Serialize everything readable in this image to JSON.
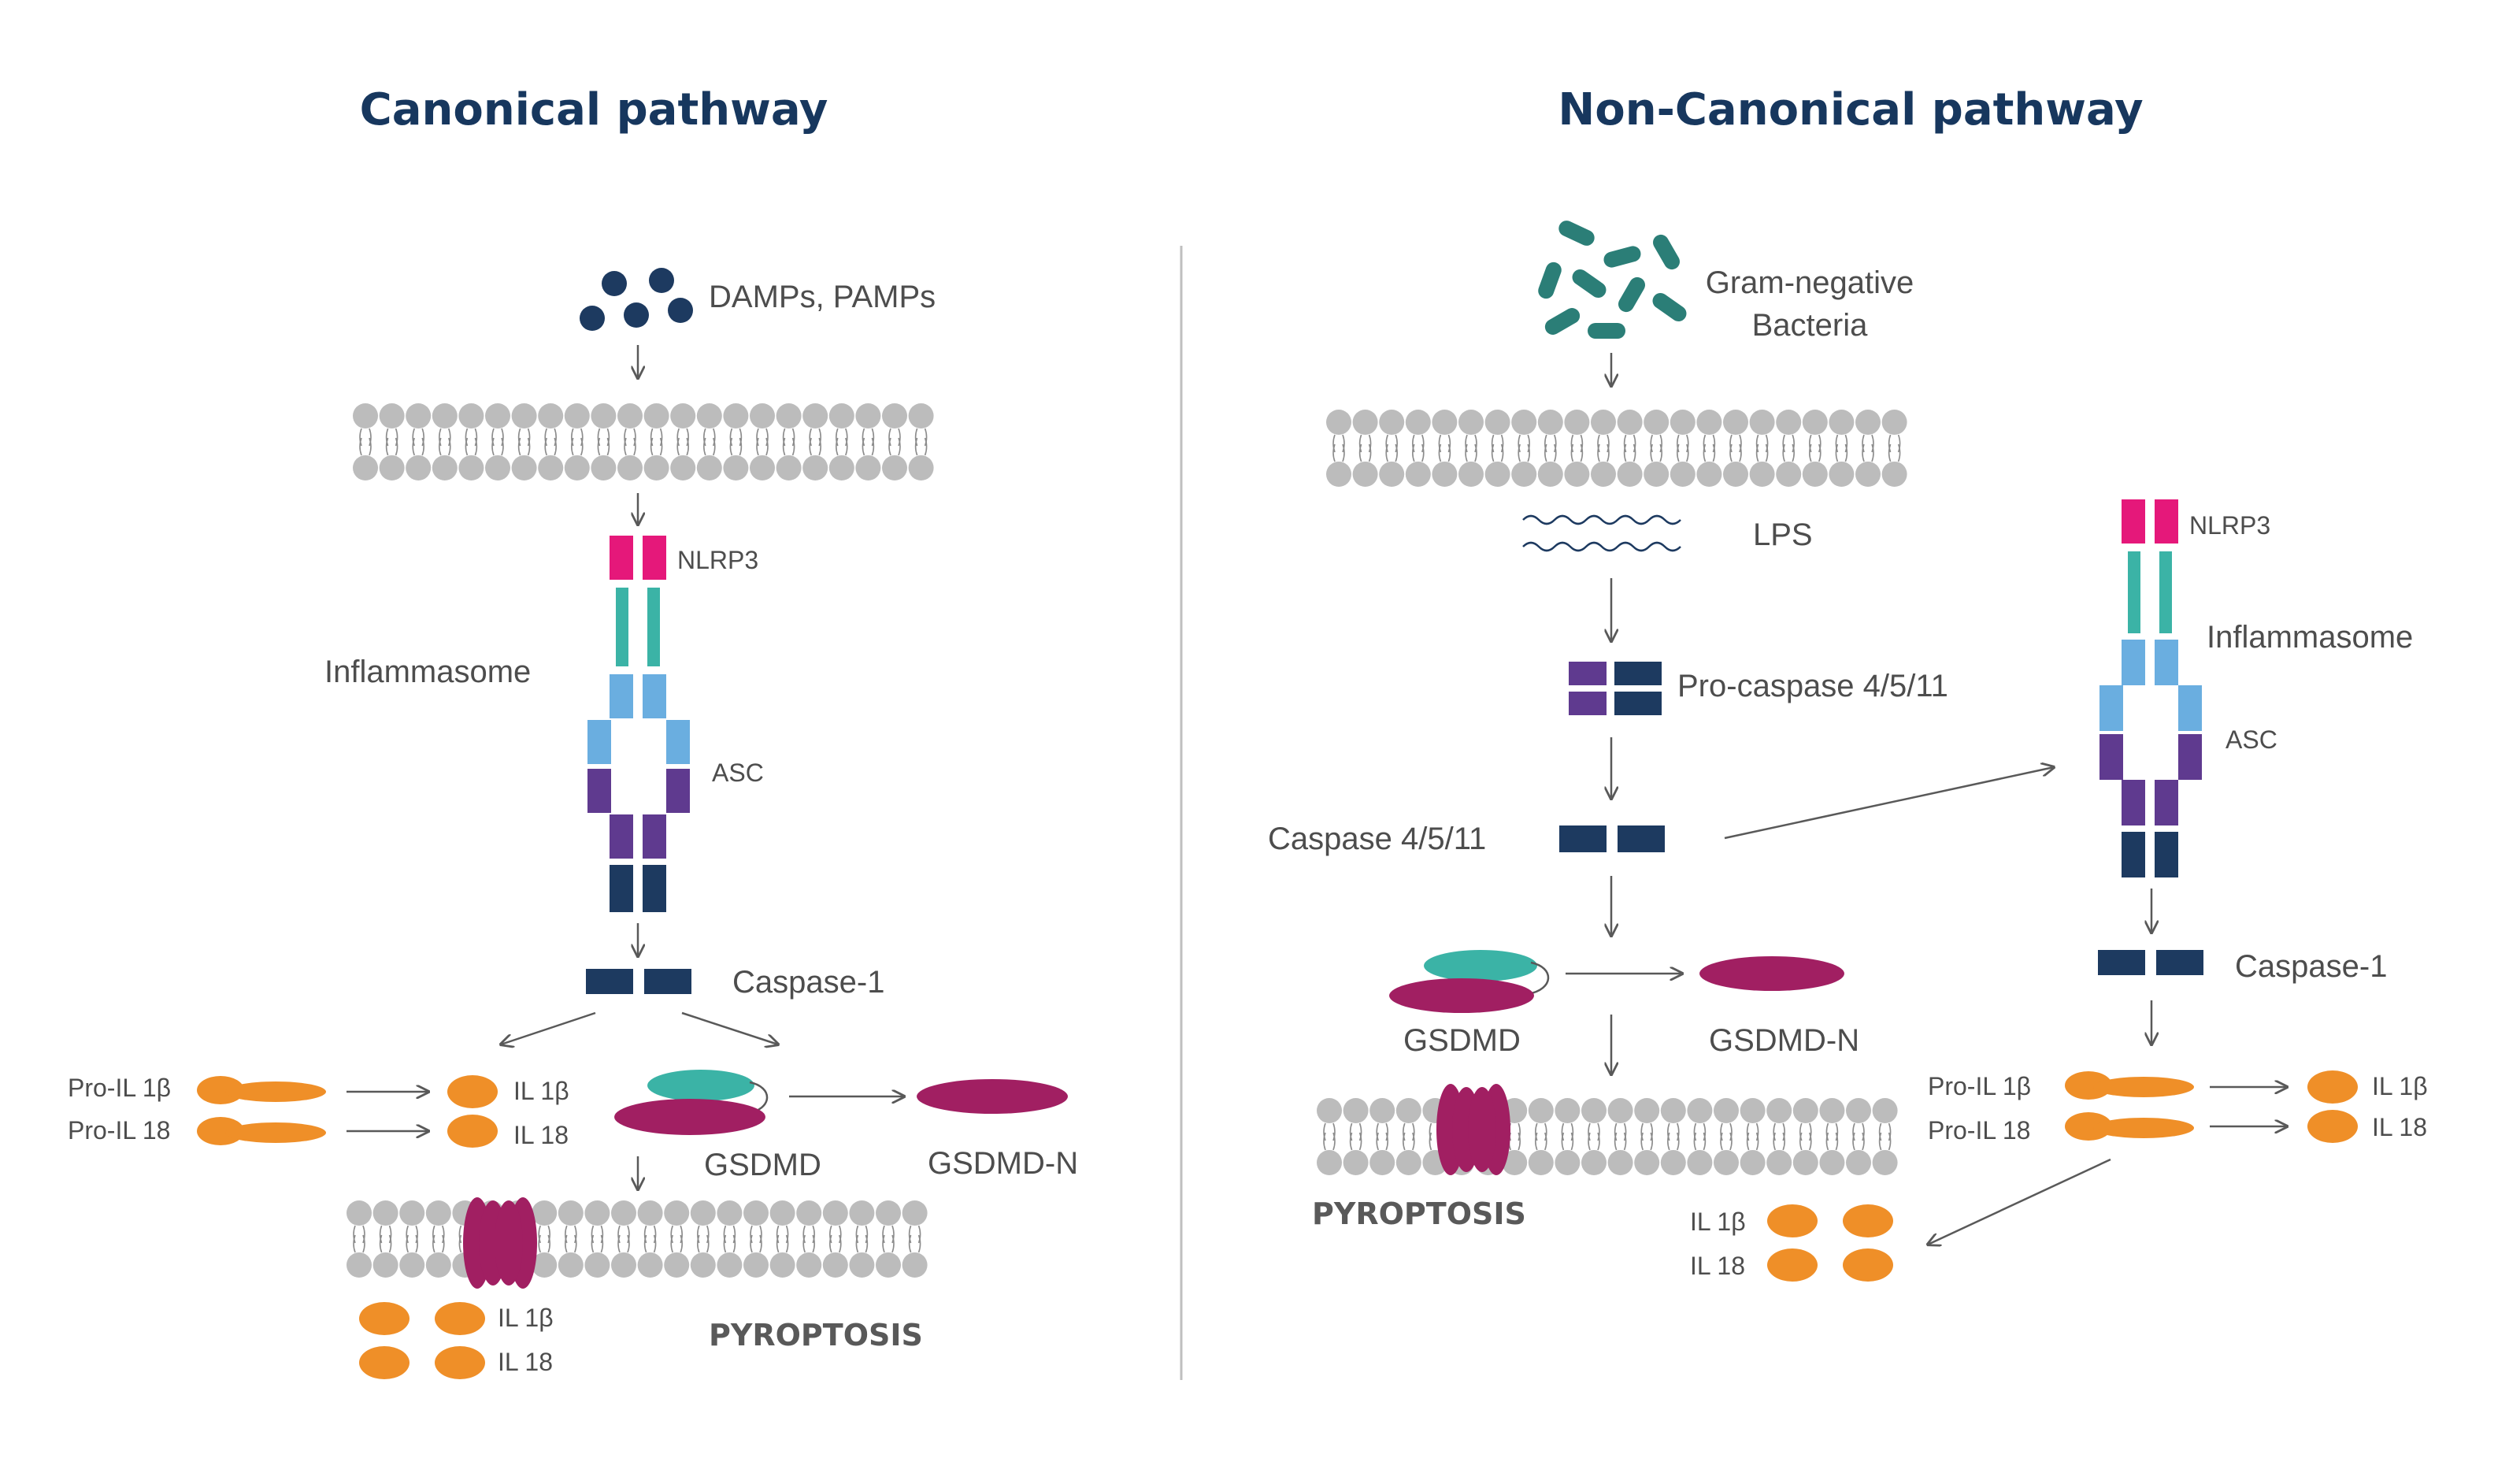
{
  "colors": {
    "title": "#17375e",
    "text": "#4d4d4d",
    "arrow": "#595959",
    "divider": "#bfbfbf",
    "lipid_head": "#bcbcbc",
    "lipid_tail": "#8c8c8c",
    "nlrp3": "#e5187a",
    "nacht": "#3bb3a6",
    "asc": "#6aaee0",
    "purple": "#5f3a8f",
    "navy": "#1d3a60",
    "gsdmd_c": "#3bb3a6",
    "gsdmd_n": "#a11f62",
    "cytokine": "#ef8f28",
    "bacteria": "#2b7e77",
    "damp": "#1d3a60"
  },
  "canonical": {
    "title": "Canonical pathway",
    "stimulus": "DAMPs, PAMPs",
    "nlrp3": "NLRP3",
    "inflammasome": "Inflammasome",
    "asc": "ASC",
    "caspase": "Caspase-1",
    "pro_il1b": "Pro-IL 1β",
    "pro_il18": "Pro-IL 18",
    "il1b": "IL 1β",
    "il18": "IL 18",
    "gsdmd": "GSDMD",
    "gsdmd_n": "GSDMD-N",
    "pyroptosis": "PYROPTOSIS",
    "out_il1b": "IL 1β",
    "out_il18": "IL 18"
  },
  "noncanonical": {
    "title": "Non-Canonical pathway",
    "stimulus_line1": "Gram-negative",
    "stimulus_line2": "Bacteria",
    "lps": "LPS",
    "procaspase": "Pro-caspase 4/5/11",
    "caspase": "Caspase 4/5/11",
    "gsdmd": "GSDMD",
    "gsdmd_n": "GSDMD-N",
    "pyroptosis": "PYROPTOSIS",
    "out_il1b": "IL 1β",
    "out_il18": "IL 18",
    "nlrp3": "NLRP3",
    "inflammasome": "Inflammasome",
    "asc": "ASC",
    "caspase1": "Caspase-1",
    "pro_il1b": "Pro-IL 1β",
    "pro_il18": "Pro-IL 18",
    "il1b": "IL 1β",
    "il18": "IL 18"
  }
}
